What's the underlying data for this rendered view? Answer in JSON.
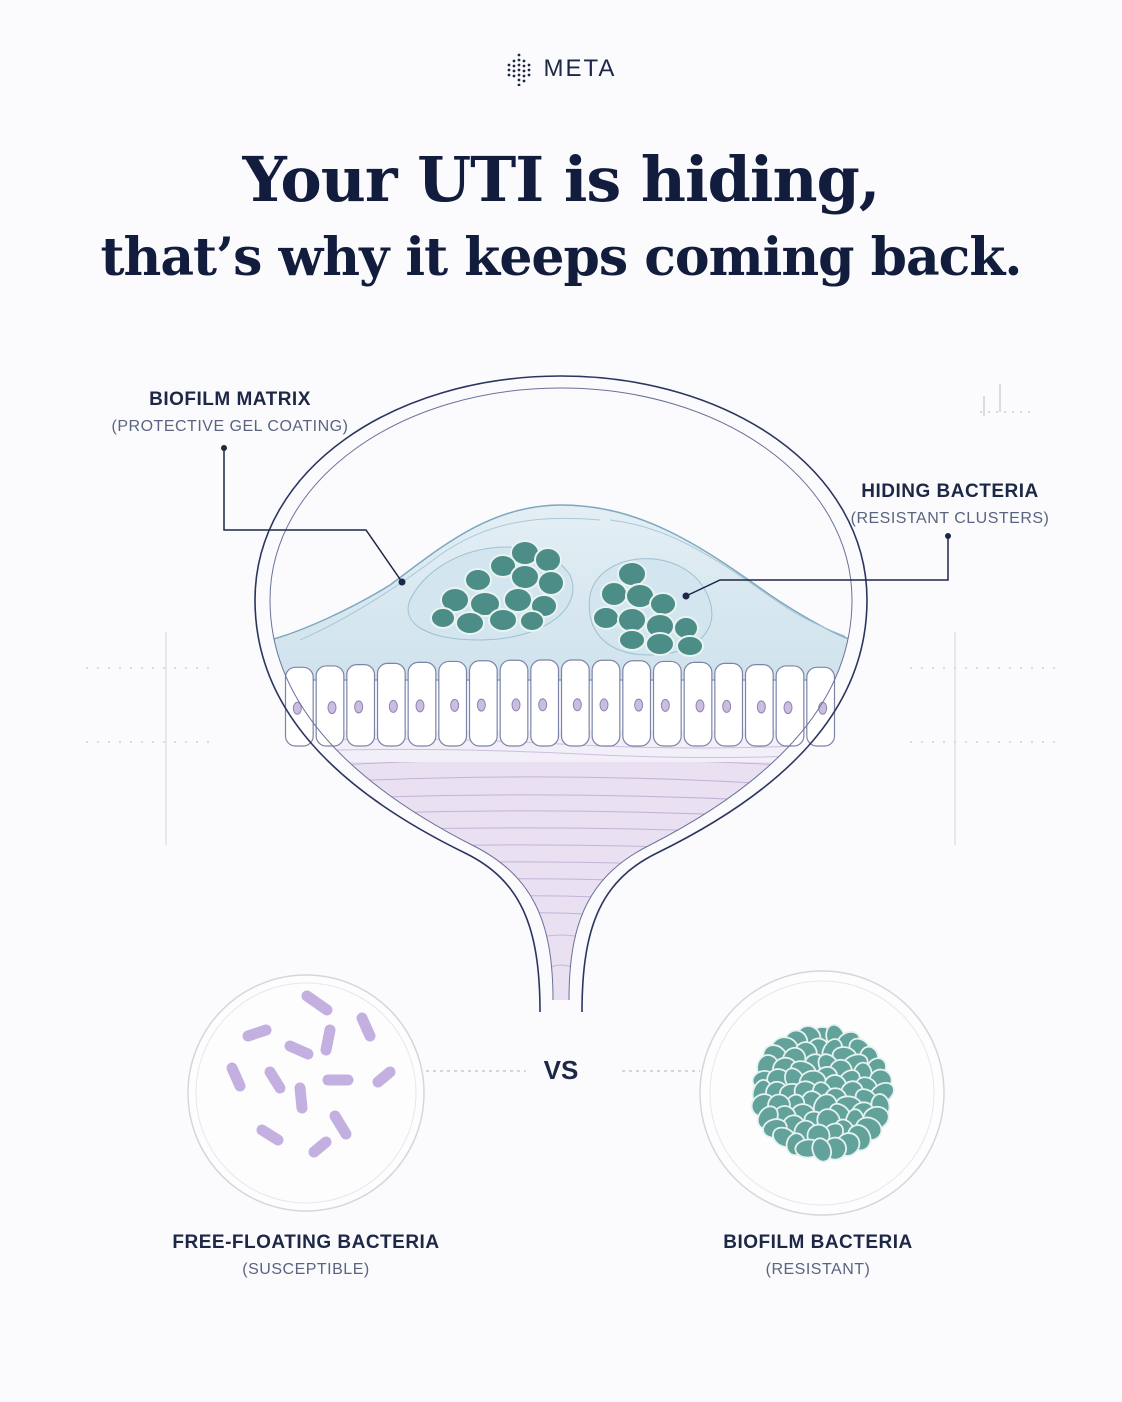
{
  "brand": {
    "name": "META",
    "icon": "waveform-dots-logo"
  },
  "headline": {
    "line1": "Your UTI is hiding,",
    "line2": "that’s why it keeps coming back."
  },
  "callouts": {
    "matrix": {
      "title": "BIOFILM MATRIX",
      "subtitle": "(PROTECTIVE GEL COATING)"
    },
    "hiding": {
      "title": "HIDING BACTERIA",
      "subtitle": "(RESISTANT CLUSTERS)"
    }
  },
  "comparison": {
    "vs": "VS",
    "left": {
      "title": "FREE-FLOATING BACTERIA",
      "subtitle": "(SUSCEPTIBLE)"
    },
    "right": {
      "title": "BIOFILM BACTERIA",
      "subtitle": "(RESISTANT)"
    }
  },
  "colors": {
    "ink": "#16213f",
    "outline": "#2c3560",
    "gel": "#dbe9f1",
    "gel_edge": "#8fb4c9",
    "bacteria_teal": "#4d8d87",
    "tissue_purple": "#e6def0",
    "rod_purple": "#c6b3e0"
  }
}
